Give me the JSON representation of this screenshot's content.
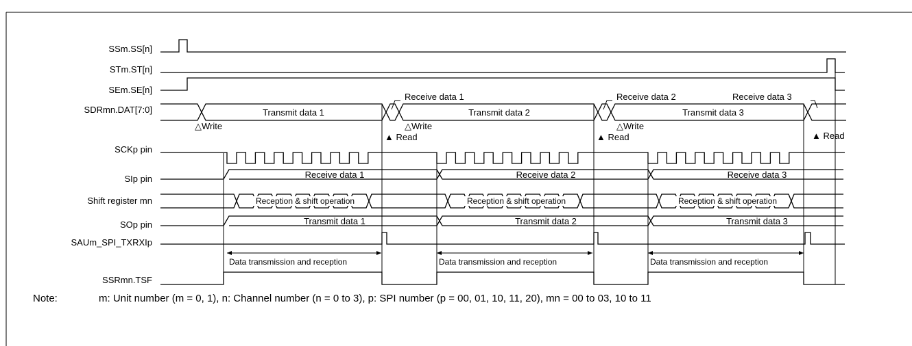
{
  "signals": [
    "SSm.SS[n]",
    "STm.ST[n]",
    "SEm.SE[n]",
    "SDRmn.DAT[7:0]",
    "SCKp pin",
    "SIp pin",
    "Shift register mn",
    "SOp pin",
    "SAUm_SPI_TXRXIp",
    "SSRmn.TSF"
  ],
  "sdr_values": [
    "Transmit data 1",
    "Transmit data 2",
    "Transmit data 3"
  ],
  "receive_callouts": [
    "Receive data 1",
    "Receive data 2",
    "Receive data 3"
  ],
  "write_label": "△Write",
  "read_label": "▲ Read",
  "si_values": [
    "Receive data 1",
    "Receive data 2",
    "Receive data 3"
  ],
  "shift_values": [
    "Reception & shift operation",
    "Reception & shift operation",
    "Reception & shift operation"
  ],
  "so_values": [
    "Transmit data 1",
    "Transmit data 2",
    "Transmit data 3"
  ],
  "period_label": "Data transmission and reception",
  "note": {
    "label": "Note:",
    "text": "m: Unit number (m = 0, 1), n: Channel number (n = 0 to 3), p: SPI number (p = 00, 01, 10, 11, 20), mn = 00 to 03, 10 to 11"
  }
}
